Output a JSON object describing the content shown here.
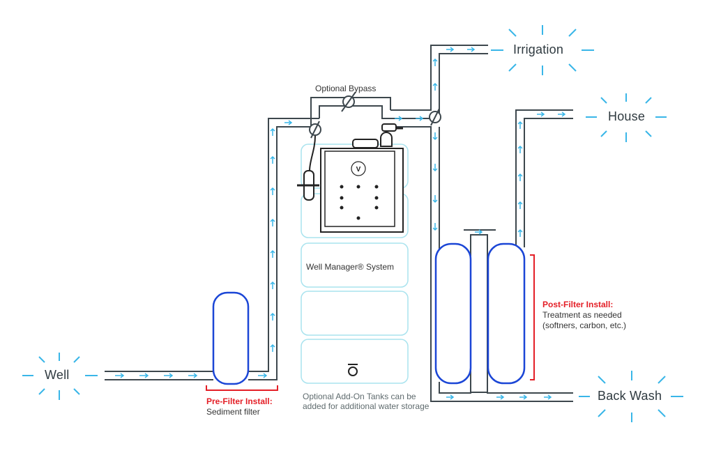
{
  "labels": {
    "well": "Well",
    "irrigation": "Irrigation",
    "house": "House",
    "back_wash": "Back Wash",
    "optional_bypass": "Optional Bypass",
    "system_name": "Well Manager® System",
    "prefilter_title": "Pre-Filter Install:",
    "prefilter_desc": "Sediment filter",
    "postfilter_title": "Post-Filter Install:",
    "postfilter_desc_1": "Treatment as needed",
    "postfilter_desc_2": "(softners, carbon, etc.)",
    "addon_line_1": "Optional Add-On Tanks can be",
    "addon_line_2": "added for additional water storage"
  },
  "logo_text": "V",
  "colors": {
    "pipe": "#3d474d",
    "flow_arrow": "#39b6e8",
    "filter": "#1b46d6",
    "tank_outline": "#a9e3ee",
    "accent_red": "#e41e26",
    "burst": "#39b6e8"
  }
}
